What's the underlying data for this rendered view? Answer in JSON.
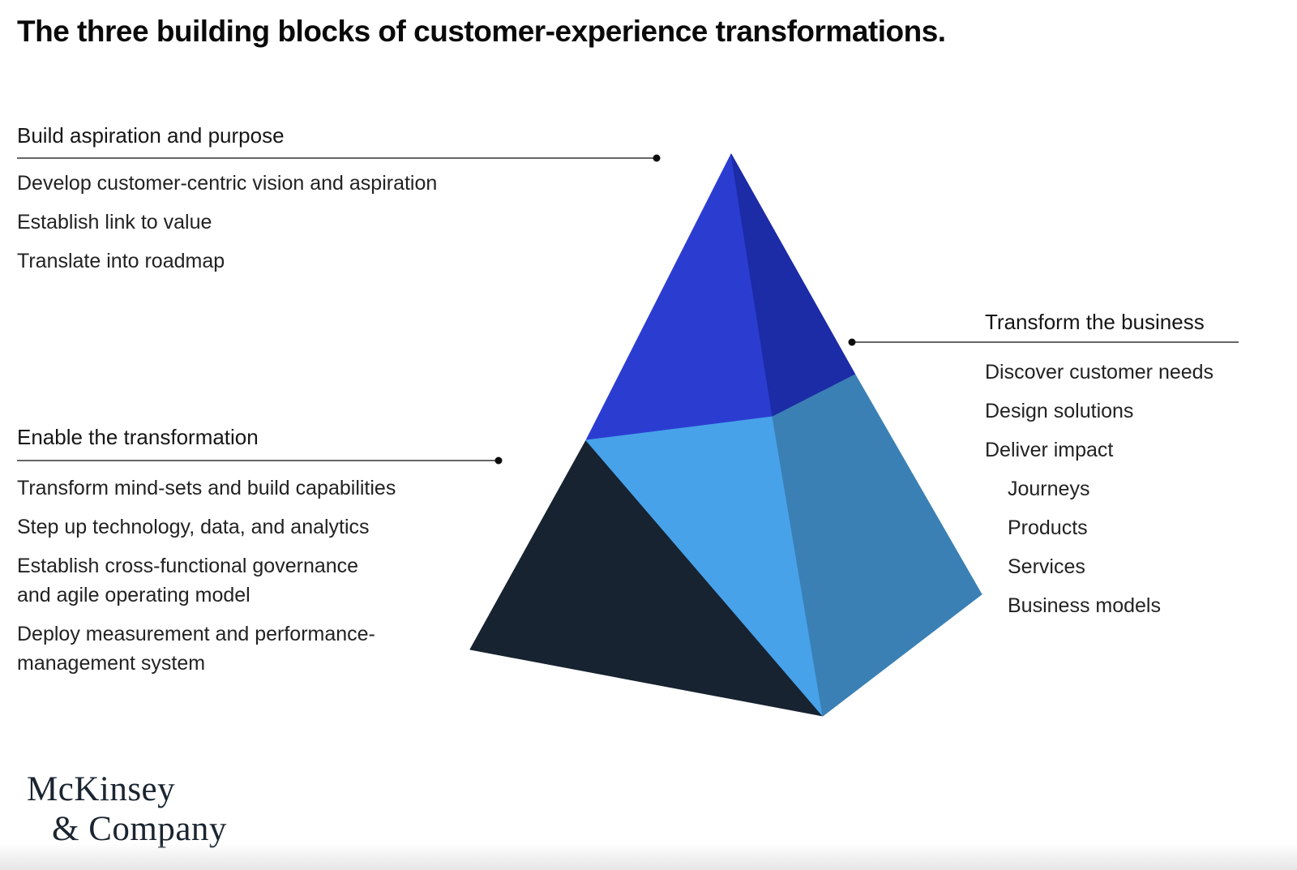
{
  "title": "The three building blocks of customer-experience transformations.",
  "colors": {
    "face_build_left": "#2b3dd1",
    "face_build_right": "#1c2ba6",
    "face_transform_front": "#47a2ea",
    "face_transform_right": "#3b80b5",
    "face_enable": "#172330",
    "callout_line": "#333333",
    "callout_dot": "#0d0d0d"
  },
  "sections": {
    "build": {
      "heading": "Build aspiration and purpose",
      "items": [
        "Develop customer-centric vision and aspiration",
        "Establish link to value",
        "Translate into roadmap"
      ]
    },
    "enable": {
      "heading": "Enable the transformation",
      "items": [
        "Transform mind-sets and build capabilities",
        "Step up technology, data, and analytics",
        "Establish cross-functional governance\nand agile operating model",
        "Deploy measurement and performance-\nmanagement system"
      ]
    },
    "transform": {
      "heading": "Transform the business",
      "items": [
        "Discover customer needs",
        "Design solutions",
        "Deliver impact"
      ],
      "sub_items": [
        "Journeys",
        "Products",
        "Services",
        "Business models"
      ]
    }
  },
  "footer": {
    "logo_line1": "McKinsey",
    "logo_line2": "& Company"
  }
}
